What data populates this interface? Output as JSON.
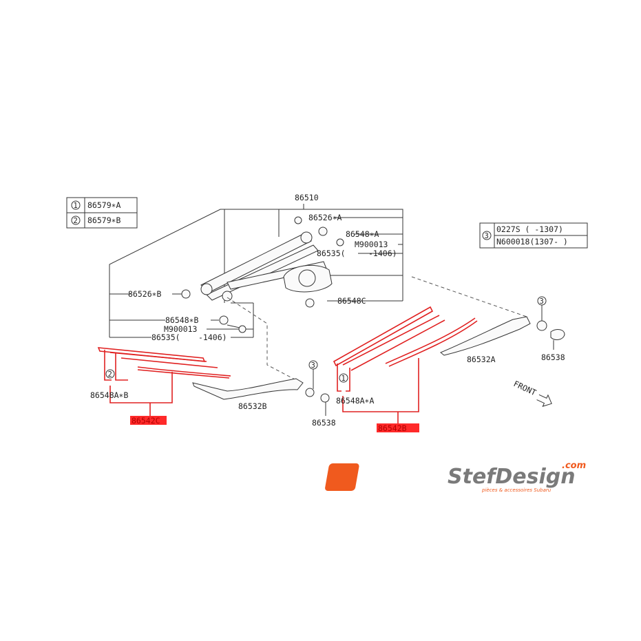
{
  "callout_legend_left": [
    {
      "marker": "1",
      "part": "86579∗A"
    },
    {
      "marker": "2",
      "part": "86579∗B"
    }
  ],
  "callout_legend_right": [
    {
      "marker": "3",
      "lines": [
        "0227S  (  -1307)",
        "N600018(1307-  )"
      ]
    }
  ],
  "labels": {
    "motor_assembly": "86510",
    "cap_a": "86526∗A",
    "nut_a": "86548∗A",
    "bolt_top": "M900013",
    "bolt_top_range_a": "86535(",
    "bolt_top_range_b": "-1406)",
    "cap_c": "86548C",
    "cap_b": "86526∗B",
    "nut_b": "86548∗B",
    "bolt_low": "M900013",
    "bolt_low_range_a": "86535(",
    "bolt_low_range_b": "-1406)",
    "refill_left": "86548A∗B",
    "arm_left": "86532B",
    "cover_mid": "86538",
    "refill_right": "86548A∗A",
    "arm_right": "86532A",
    "cover_right": "86538",
    "front": "FRONT"
  },
  "highlighted_parts": {
    "blade_left": "86542C",
    "blade_right": "86542B"
  },
  "markers": {
    "m1": "1",
    "m2": "2",
    "m3_mid": "3",
    "m3_right": "3",
    "m3_legend": "3"
  },
  "logo": {
    "brand": "StefDesign",
    "domain": ".com",
    "tagline": "pièces & accessoires Subaru"
  },
  "colors": {
    "highlight": "#ff2a2a",
    "logo_orange": "#f05a1e",
    "logo_gray": "#7a7a7a"
  }
}
